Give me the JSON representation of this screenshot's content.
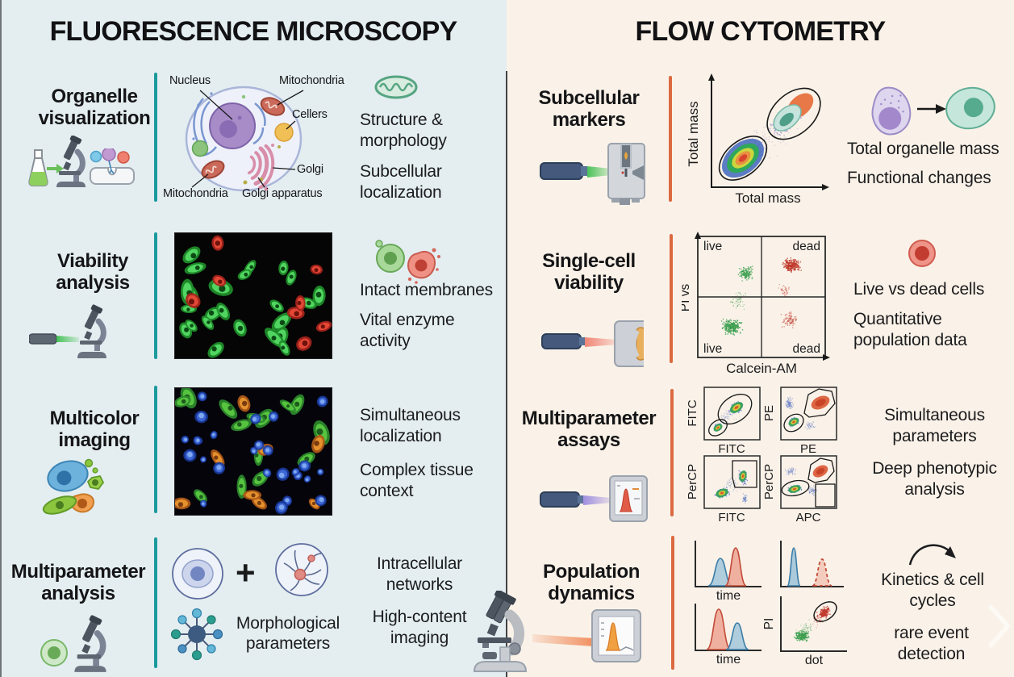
{
  "colors": {
    "left_bg": "#e4eef1",
    "right_bg": "#faf2e8",
    "left_accent": "#1b9a9c",
    "right_accent": "#dc6a41",
    "divider": "#3f4246",
    "text": "#1c1c1e"
  },
  "left": {
    "title": "FLUORESCENCE MICROSCOPY",
    "rows": [
      {
        "heading": "Organelle visualization",
        "icons": [
          "flask-icon",
          "arrow-right-icon",
          "microscope-icon",
          "tissue-membrane-icon",
          "mitochondria-icon"
        ],
        "cell_labels": {
          "nucleus": "Nucleus",
          "mitochondria_top": "Mitochondria",
          "cellers": "Cellers",
          "golgi": "Golgi",
          "mitochondria_bottom": "Mitochondria",
          "golgi_apparatus": "Golgi apparatus"
        },
        "point1": "Structure & morphology",
        "point2": "Subcellular localization"
      },
      {
        "heading": "Viability analysis",
        "icons": [
          "laser-microscope-icon",
          "live-dead-cells-icon"
        ],
        "point1": "Intact membranes",
        "point2": "Vital enzyme activity"
      },
      {
        "heading": "Multicolor imaging",
        "icons": [
          "multicolor-cells-icon"
        ],
        "point1": "Simultaneous localization",
        "point2": "Complex tissue context"
      },
      {
        "heading": "Multiparameter analysis",
        "icons": [
          "green-cell-icon",
          "microscope-icon",
          "cell-circle-icon",
          "network-circle-icon",
          "hub-spokes-icon"
        ],
        "plus": "+",
        "caption": "Morphological parameters",
        "point1": "Intracellular networks",
        "point2": "High-content imaging"
      }
    ]
  },
  "right": {
    "title": "FLOW CYTOMETRY",
    "rows": [
      {
        "heading": "Subcellular markers",
        "icons": [
          "laser-cytometer-icon",
          "cell-transition-icon",
          "arrow-right-icon"
        ],
        "plot": {
          "xlabel": "Total mass",
          "ylabel": "Total mass"
        },
        "point1": "Total organelle mass",
        "point2": "Functional changes"
      },
      {
        "heading": "Single-cell viability",
        "icons": [
          "laser-detector-icon",
          "red-cell-icon"
        ],
        "plot": {
          "xlabel": "Calcein-AM",
          "ylabel": "PI vs",
          "q_tl": "live",
          "q_tr": "dead",
          "q_bl": "live",
          "q_br": "dead"
        },
        "point1": "Live vs dead cells",
        "point2": "Quantitative population data"
      },
      {
        "heading": "Multiparameter assays",
        "icons": [
          "laser-monitor-icon"
        ],
        "plots": [
          {
            "xlabel": "FITC",
            "ylabel": "FITC"
          },
          {
            "xlabel": "PE",
            "ylabel": "PE"
          },
          {
            "xlabel": "FITC",
            "ylabel": "PerCP"
          },
          {
            "xlabel": "APC",
            "ylabel": "PerCP"
          }
        ],
        "point1": "Simultaneous parameters",
        "point2": "Deep phenotypic analysis"
      },
      {
        "heading": "Population dynamics",
        "icons": [
          "microscope-icon",
          "laser-display-icon",
          "cycle-arrow-icon",
          "chevron-right-icon"
        ],
        "plots": [
          {
            "xlabel": "time"
          },
          {
            "xlabel": ""
          },
          {
            "xlabel": "time"
          },
          {
            "xlabel": "dot",
            "ylabel": "PI"
          }
        ],
        "point1": "Kinetics & cell cycles",
        "point2": "rare event detection"
      }
    ]
  }
}
